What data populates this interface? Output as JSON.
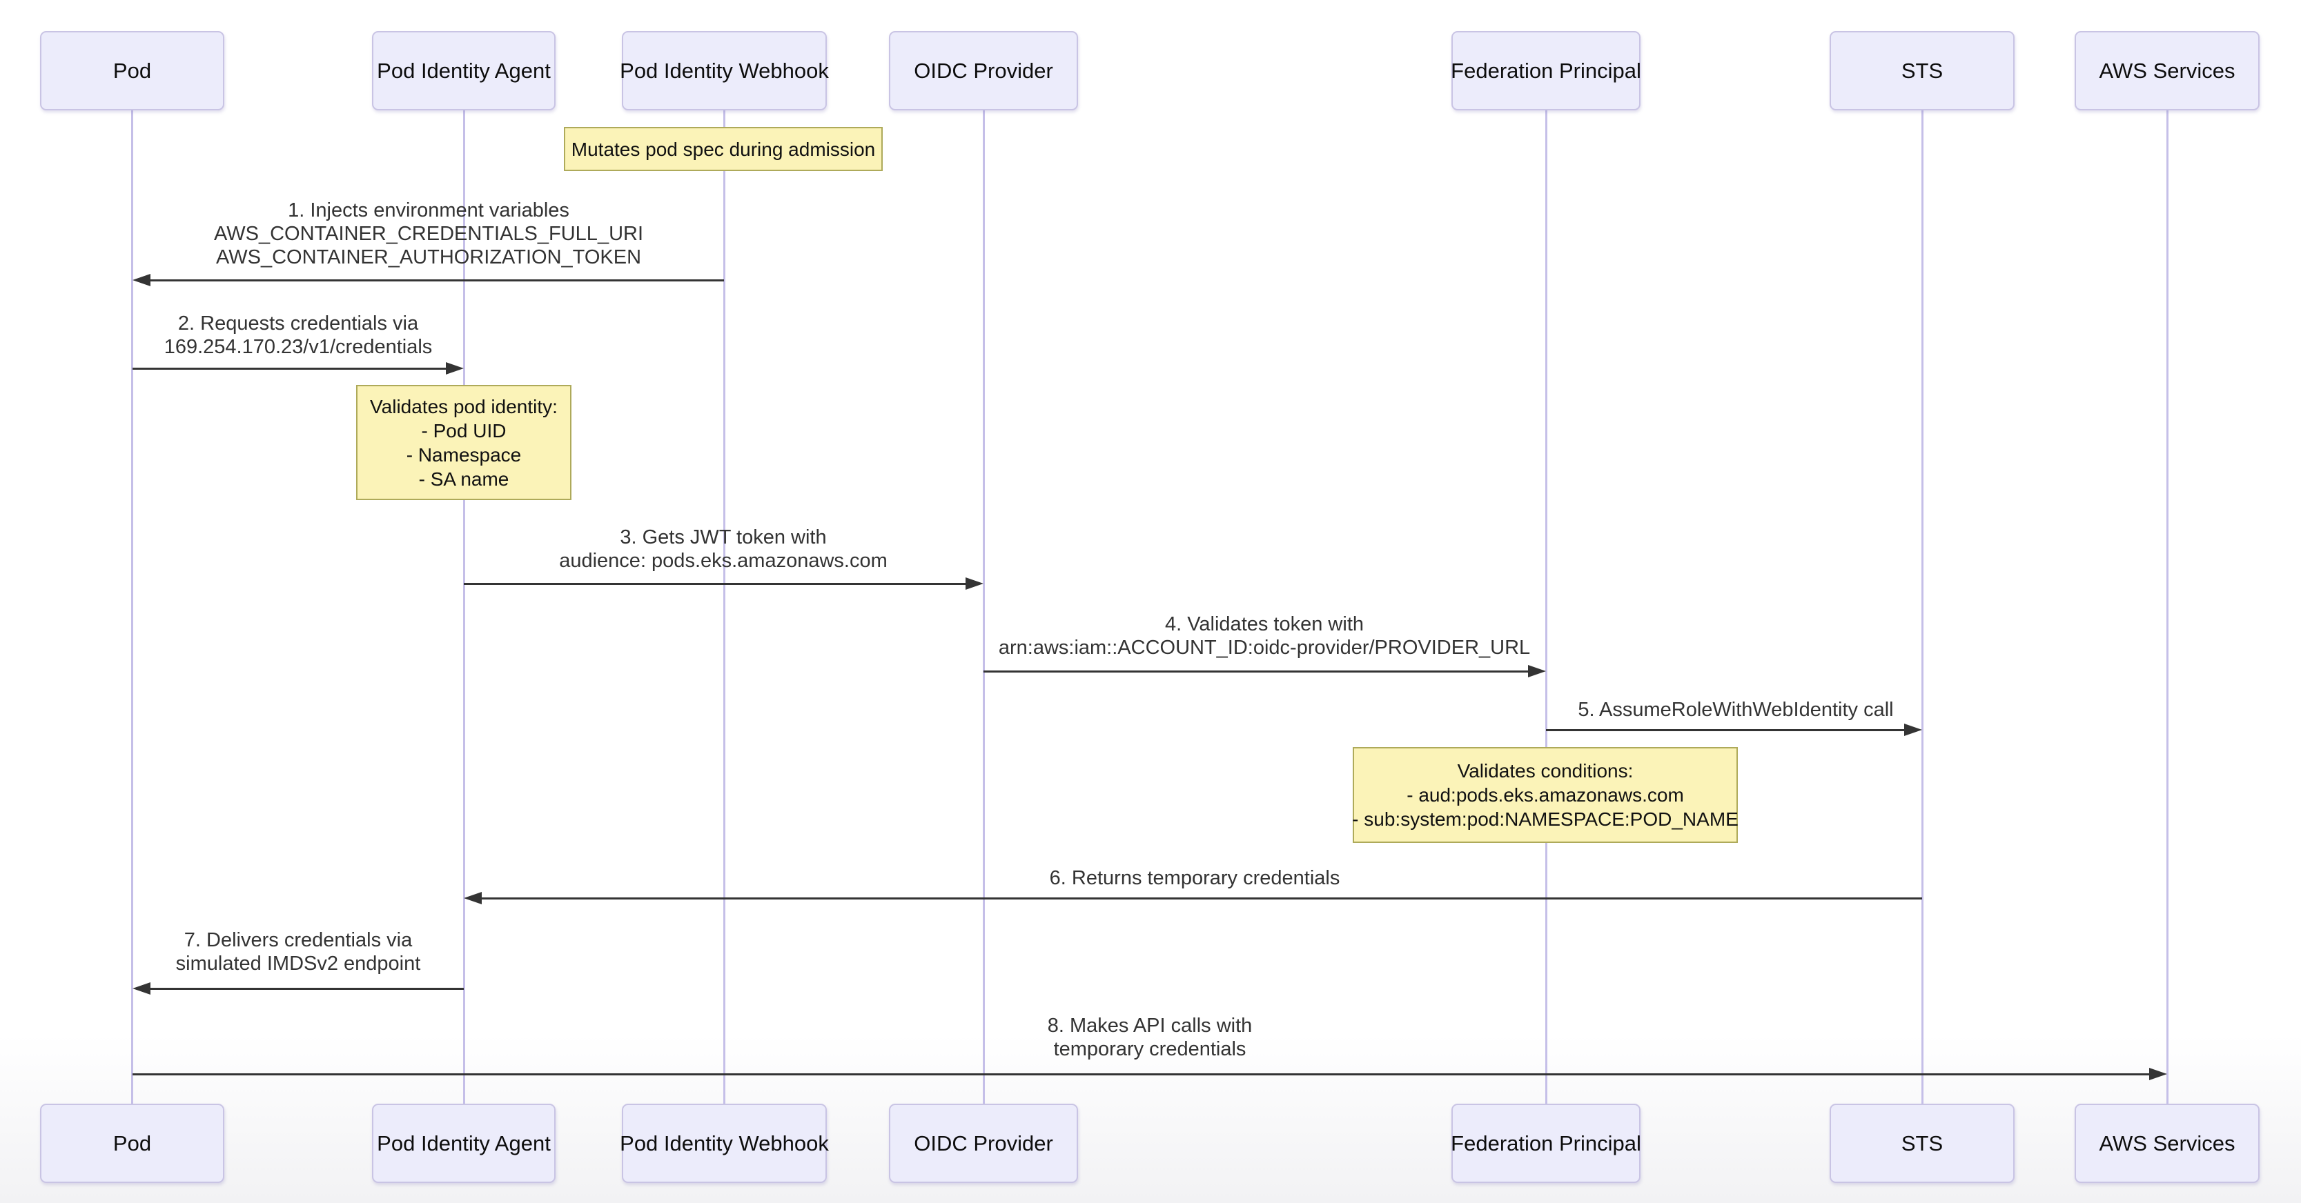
{
  "diagram": {
    "type": "sequence",
    "actors": [
      {
        "id": "pod",
        "label": "Pod"
      },
      {
        "id": "pod-identity-agent",
        "label": "Pod Identity Agent"
      },
      {
        "id": "pod-identity-webhook",
        "label": "Pod Identity Webhook"
      },
      {
        "id": "oidc-provider",
        "label": "OIDC Provider"
      },
      {
        "id": "federation-principal",
        "label": "Federation Principal"
      },
      {
        "id": "sts",
        "label": "STS"
      },
      {
        "id": "aws-services",
        "label": "AWS Services"
      }
    ],
    "messages": [
      {
        "num": 1,
        "from": "pod-identity-webhook",
        "to": "pod",
        "arrow": "solid-left",
        "lines": [
          "1. Injects environment variables",
          "AWS_CONTAINER_CREDENTIALS_FULL_URI",
          "AWS_CONTAINER_AUTHORIZATION_TOKEN"
        ]
      },
      {
        "num": 2,
        "from": "pod",
        "to": "pod-identity-agent",
        "arrow": "solid-right",
        "lines": [
          "2. Requests credentials via",
          "169.254.170.23/v1/credentials"
        ]
      },
      {
        "num": 3,
        "from": "pod-identity-agent",
        "to": "oidc-provider",
        "arrow": "solid-right",
        "lines": [
          "3. Gets JWT token with",
          "audience: pods.eks.amazonaws.com"
        ]
      },
      {
        "num": 4,
        "from": "oidc-provider",
        "to": "federation-principal",
        "arrow": "solid-right",
        "lines": [
          "4. Validates token with",
          "arn:aws:iam::ACCOUNT_ID:oidc-provider/PROVIDER_URL"
        ]
      },
      {
        "num": 5,
        "from": "federation-principal",
        "to": "sts",
        "arrow": "solid-right",
        "lines": [
          "5. AssumeRoleWithWebIdentity call"
        ]
      },
      {
        "num": 6,
        "from": "sts",
        "to": "pod-identity-agent",
        "arrow": "solid-left",
        "lines": [
          "6. Returns temporary credentials"
        ]
      },
      {
        "num": 7,
        "from": "pod-identity-agent",
        "to": "pod",
        "arrow": "solid-left",
        "lines": [
          "7. Delivers credentials via",
          "simulated IMDSv2 endpoint"
        ]
      },
      {
        "num": 8,
        "from": "pod",
        "to": "aws-services",
        "arrow": "solid-right",
        "lines": [
          "8. Makes API calls with",
          "temporary credentials"
        ]
      }
    ],
    "notes": [
      {
        "over": "pod-identity-webhook",
        "lines": [
          "Mutates pod spec during admission"
        ]
      },
      {
        "over": "pod-identity-agent",
        "lines": [
          "Validates pod identity:",
          "- Pod UID",
          "- Namespace",
          "- SA name"
        ]
      },
      {
        "over": "federation-principal",
        "lines": [
          "Validates conditions:",
          "- aud:pods.eks.amazonaws.com",
          "- sub:system:pod:NAMESPACE:POD_NAME"
        ]
      }
    ],
    "colors": {
      "actor_fill": "#ececfb",
      "actor_border": "#c9c4e4",
      "lifeline": "#c5bfe8",
      "note_fill": "#fbf3b8",
      "note_border": "#aeaa5a",
      "arrow": "#343434",
      "message_text": "#333333",
      "background_fade": "#f2f2f4"
    }
  }
}
